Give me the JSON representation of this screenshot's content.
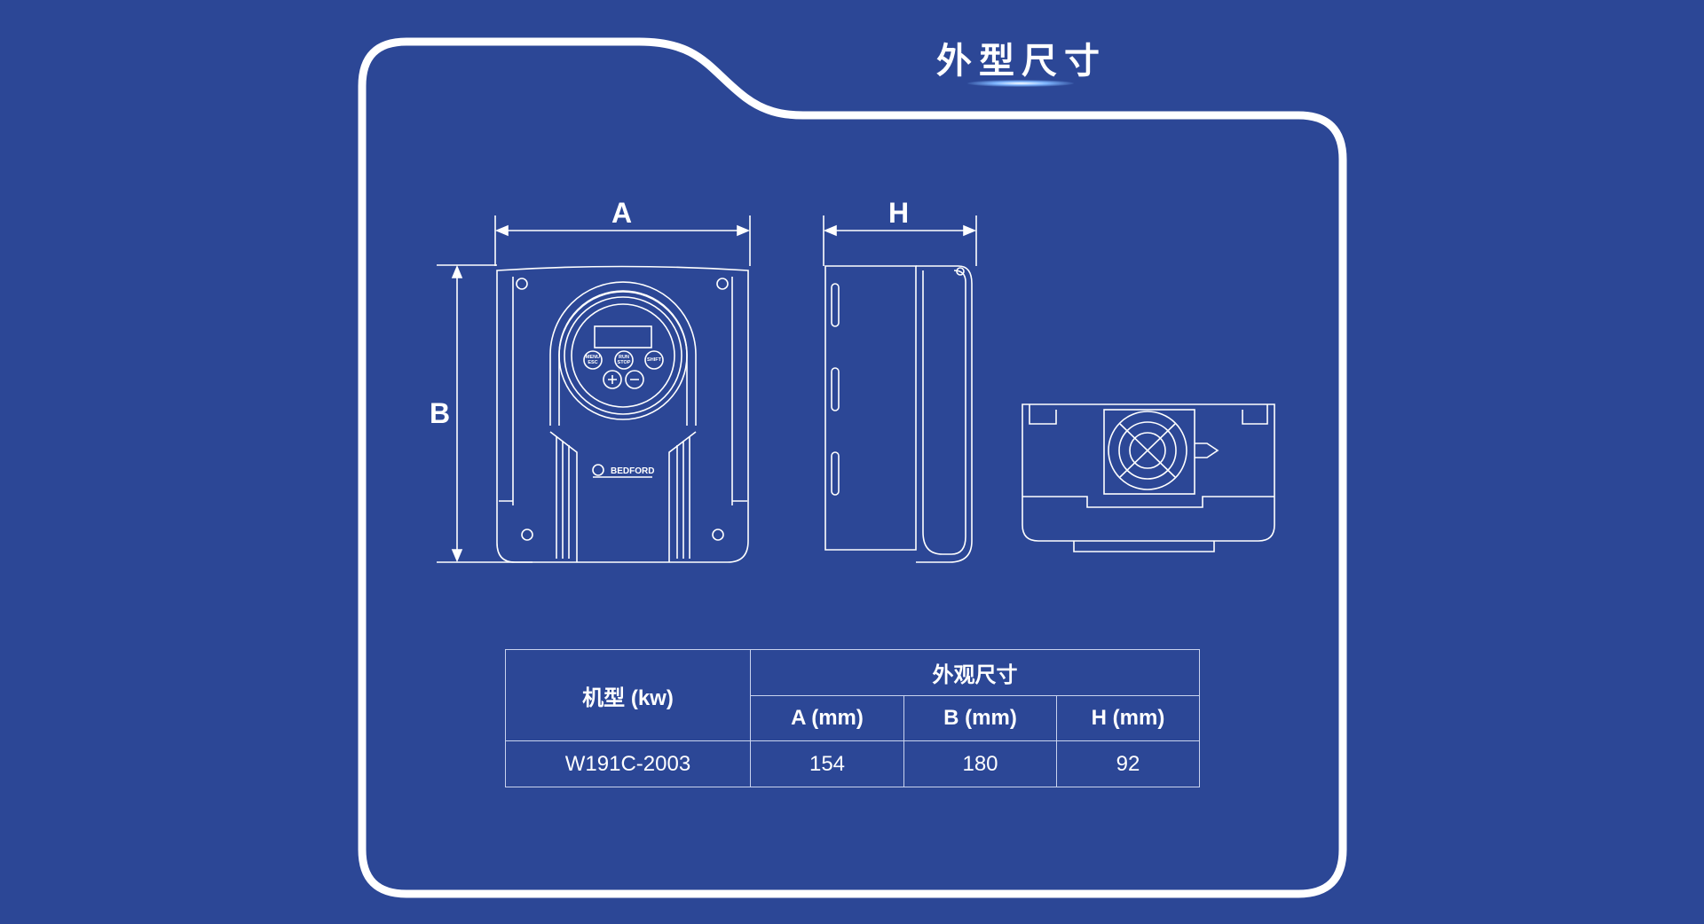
{
  "title": "外型尺寸",
  "dimension_labels": {
    "a": "A",
    "b": "B",
    "h": "H"
  },
  "device_panel": {
    "buttons": [
      "MENU ESC",
      "RUN STOP",
      "SHIFT",
      "+",
      "−"
    ],
    "brand": "BEDFORD"
  },
  "table": {
    "model_header": "机型 (kw)",
    "group_header": "外观尺寸",
    "columns": [
      "A (mm)",
      "B (mm)",
      "H (mm)"
    ],
    "rows": [
      {
        "model": "W191C-2003",
        "a": "154",
        "b": "180",
        "h": "92"
      }
    ]
  },
  "colors": {
    "background": "#2c4796",
    "line": "#ffffff"
  }
}
